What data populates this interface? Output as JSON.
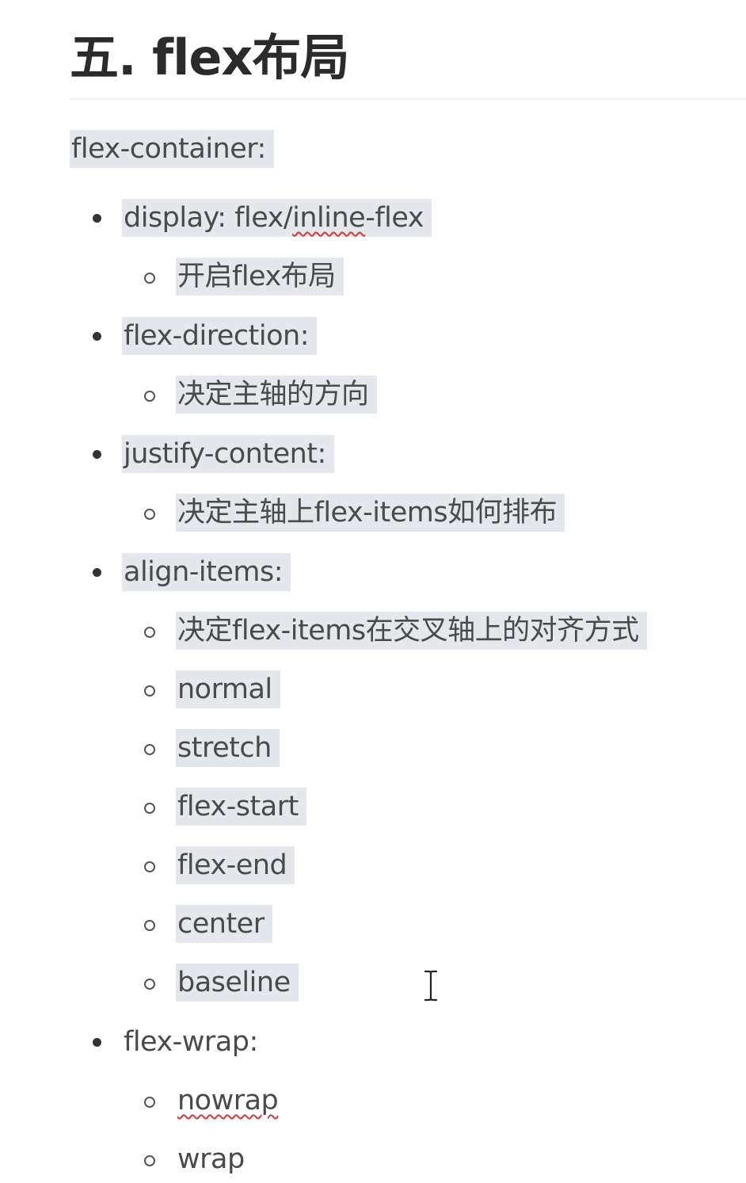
{
  "heading": "五. flex布局",
  "container_label": "flex-container:",
  "items": [
    {
      "label": "display: flex/inline-flex",
      "label_prefix": "display: flex/",
      "label_misspelled": "inline",
      "label_suffix": "-flex",
      "children": [
        "开启flex布局"
      ]
    },
    {
      "label": "flex-direction:",
      "children": [
        "决定主轴的方向"
      ]
    },
    {
      "label": "justify-content:",
      "children": [
        "决定主轴上flex-items如何排布"
      ]
    },
    {
      "label": "align-items:",
      "children": [
        "决定flex-items在交叉轴上的对齐方式",
        "normal",
        "stretch",
        "flex-start",
        "flex-end",
        "center",
        "baseline"
      ]
    },
    {
      "label": "flex-wrap:",
      "children": [
        "nowrap",
        "wrap"
      ]
    }
  ],
  "colors": {
    "highlight": "#e4e7eb",
    "text": "#4a4a4a",
    "heading": "#2b2b2b",
    "spellcheck": "#d23a3a"
  },
  "icons": {
    "cursor": "text-cursor-ibeam-icon",
    "bullet_level1": "filled-disc-bullet-icon",
    "bullet_level2": "hollow-circle-bullet-icon"
  }
}
